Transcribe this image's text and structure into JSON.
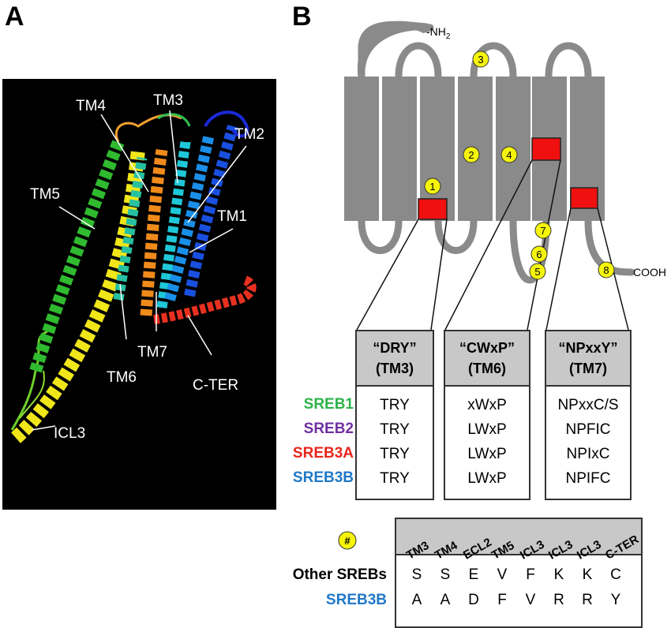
{
  "panels": {
    "a": "A",
    "b": "B"
  },
  "structure_labels": {
    "tm1": "TM1",
    "tm2": "TM2",
    "tm3": "TM3",
    "tm4": "TM4",
    "tm5": "TM5",
    "tm6": "TM6",
    "tm7": "TM7",
    "cter": "C-TER",
    "icl3": "ICL3"
  },
  "topology": {
    "nh2": "-NH",
    "nh2_sub": "2",
    "cooh": "COOH",
    "site_numbers": [
      "1",
      "2",
      "3",
      "4",
      "5",
      "6",
      "7",
      "8"
    ],
    "hash": "#"
  },
  "motifs": [
    {
      "name": "“DRY”",
      "helix": "(TM3)",
      "values": [
        "TRY",
        "TRY",
        "TRY",
        "TRY"
      ]
    },
    {
      "name": "“CWxP”",
      "helix": "(TM6)",
      "values": [
        "xWxP",
        "LWxP",
        "LWxP",
        "LWxP"
      ]
    },
    {
      "name": "“NPxxY”",
      "helix": "(TM7)",
      "values": [
        "NPxxC/S",
        "NPFIC",
        "NPIxC",
        "NPIFC"
      ]
    }
  ],
  "receptors": [
    {
      "name": "SREB1",
      "color": "#2db34a"
    },
    {
      "name": "SREB2",
      "color": "#7030a0"
    },
    {
      "name": "SREB3A",
      "color": "#e8251c"
    },
    {
      "name": "SREB3B",
      "color": "#1f78c8"
    }
  ],
  "site_table": {
    "columns": [
      "TM3",
      "TM4",
      "ECL2",
      "TM5",
      "ICL3",
      "ICL3",
      "ICL3",
      "C-TER"
    ],
    "rows": [
      {
        "label": "Other SREBs",
        "color": "#000000",
        "values": [
          "S",
          "S",
          "E",
          "V",
          "F",
          "K",
          "K",
          "C"
        ]
      },
      {
        "label": "SREB3B",
        "color": "#1f78c8",
        "values": [
          "A",
          "A",
          "D",
          "F",
          "V",
          "R",
          "R",
          "Y"
        ]
      }
    ]
  }
}
